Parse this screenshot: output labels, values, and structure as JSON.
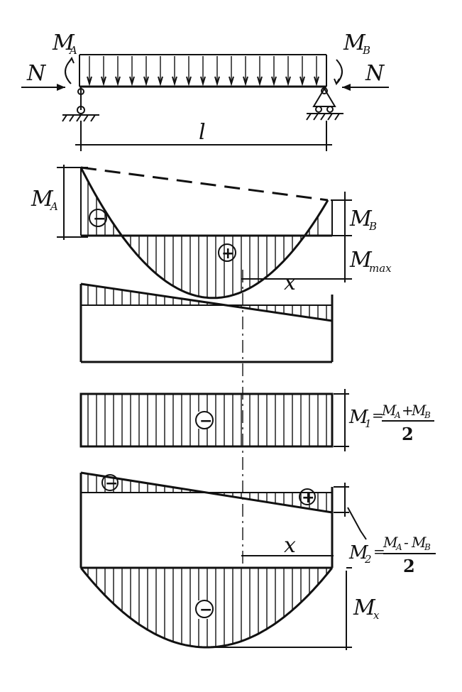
{
  "labels": {
    "M_A": "M",
    "M_A_sub": "A",
    "M_B": "M",
    "M_B_sub": "B",
    "N_left": "N",
    "N_right": "N",
    "span": "l",
    "d1_MA": "M",
    "d1_MA_sub": "A",
    "d1_MB": "M",
    "d1_MB_sub": "B",
    "d1_Mmax": "M",
    "d1_Mmax_sub": "max",
    "d1_x": "x",
    "d3_M1": "M",
    "d3_M1_sub": "1",
    "d3_eq": "=",
    "d3_num_a": "M",
    "d3_num_a_sub": "A",
    "d3_num_op": "+",
    "d3_num_b": "M",
    "d3_num_b_sub": "B",
    "d3_den": "2",
    "d4_x": "x",
    "d4_M2": "M",
    "d4_M2_sub": "2",
    "d4_eq": "=",
    "d4_num_a": "M",
    "d4_num_a_sub": "A",
    "d4_num_op": "-",
    "d4_num_b": "M",
    "d4_num_b_sub": "B",
    "d4_den": "2",
    "d5_Mx": "M",
    "d5_Mx_sub": "x"
  },
  "signs": {
    "d1_neg": "−",
    "d1_pos": "+",
    "d3_neg": "−",
    "d4_neg": "−",
    "d4_pos": "+",
    "d5_neg": "−"
  }
}
